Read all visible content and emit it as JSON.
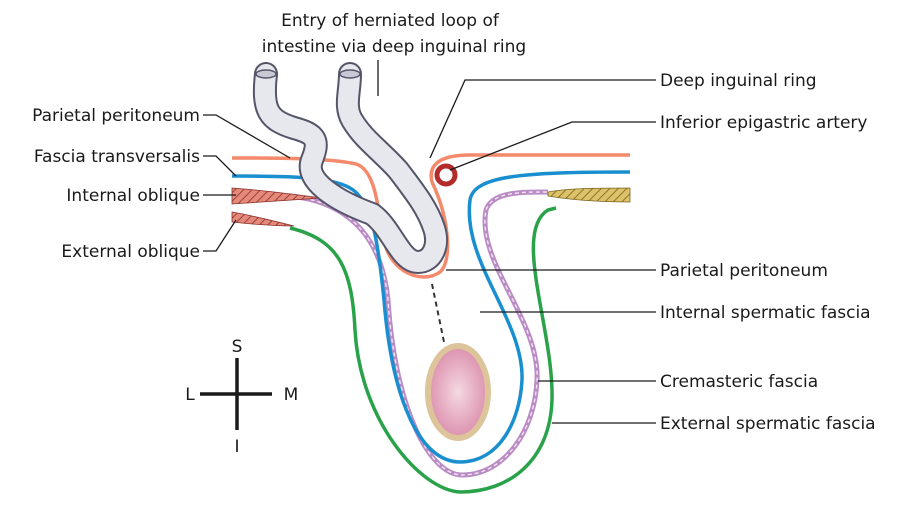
{
  "title": {
    "line1": "Entry of herniated loop of",
    "line2": "intestine via deep inguinal ring"
  },
  "labels": {
    "left": {
      "parietal_peritoneum": "Parietal peritoneum",
      "fascia_transversalis": "Fascia transversalis",
      "internal_oblique": "Internal oblique",
      "external_oblique": "External oblique"
    },
    "right": {
      "deep_inguinal_ring": "Deep inguinal ring",
      "inferior_epigastric_artery": "Inferior epigastric artery",
      "parietal_peritoneum": "Parietal peritoneum",
      "internal_spermatic_fascia": "Internal spermatic fascia",
      "cremasteric_fascia": "Cremasteric fascia",
      "external_spermatic_fascia": "External spermatic fascia"
    }
  },
  "orientation": {
    "superior": "S",
    "inferior": "I",
    "lateral": "L",
    "medial": "M"
  },
  "colors": {
    "peritoneum": "#f4896b",
    "fascia_transversalis": "#1a8fcf",
    "cremasteric_outer": "#b98cc4",
    "cremasteric_inner": "#e7c9ea",
    "external_spermatic": "#2aa24a",
    "muscle_red": "#e58a7a",
    "muscle_yellow": "#ddc26a",
    "artery": "#b32b2b",
    "testis_fill": "#ecb6c8",
    "testis_rim": "#ddc49b",
    "intestine": "#e7e7ee",
    "intestine_outline": "#55556a"
  }
}
